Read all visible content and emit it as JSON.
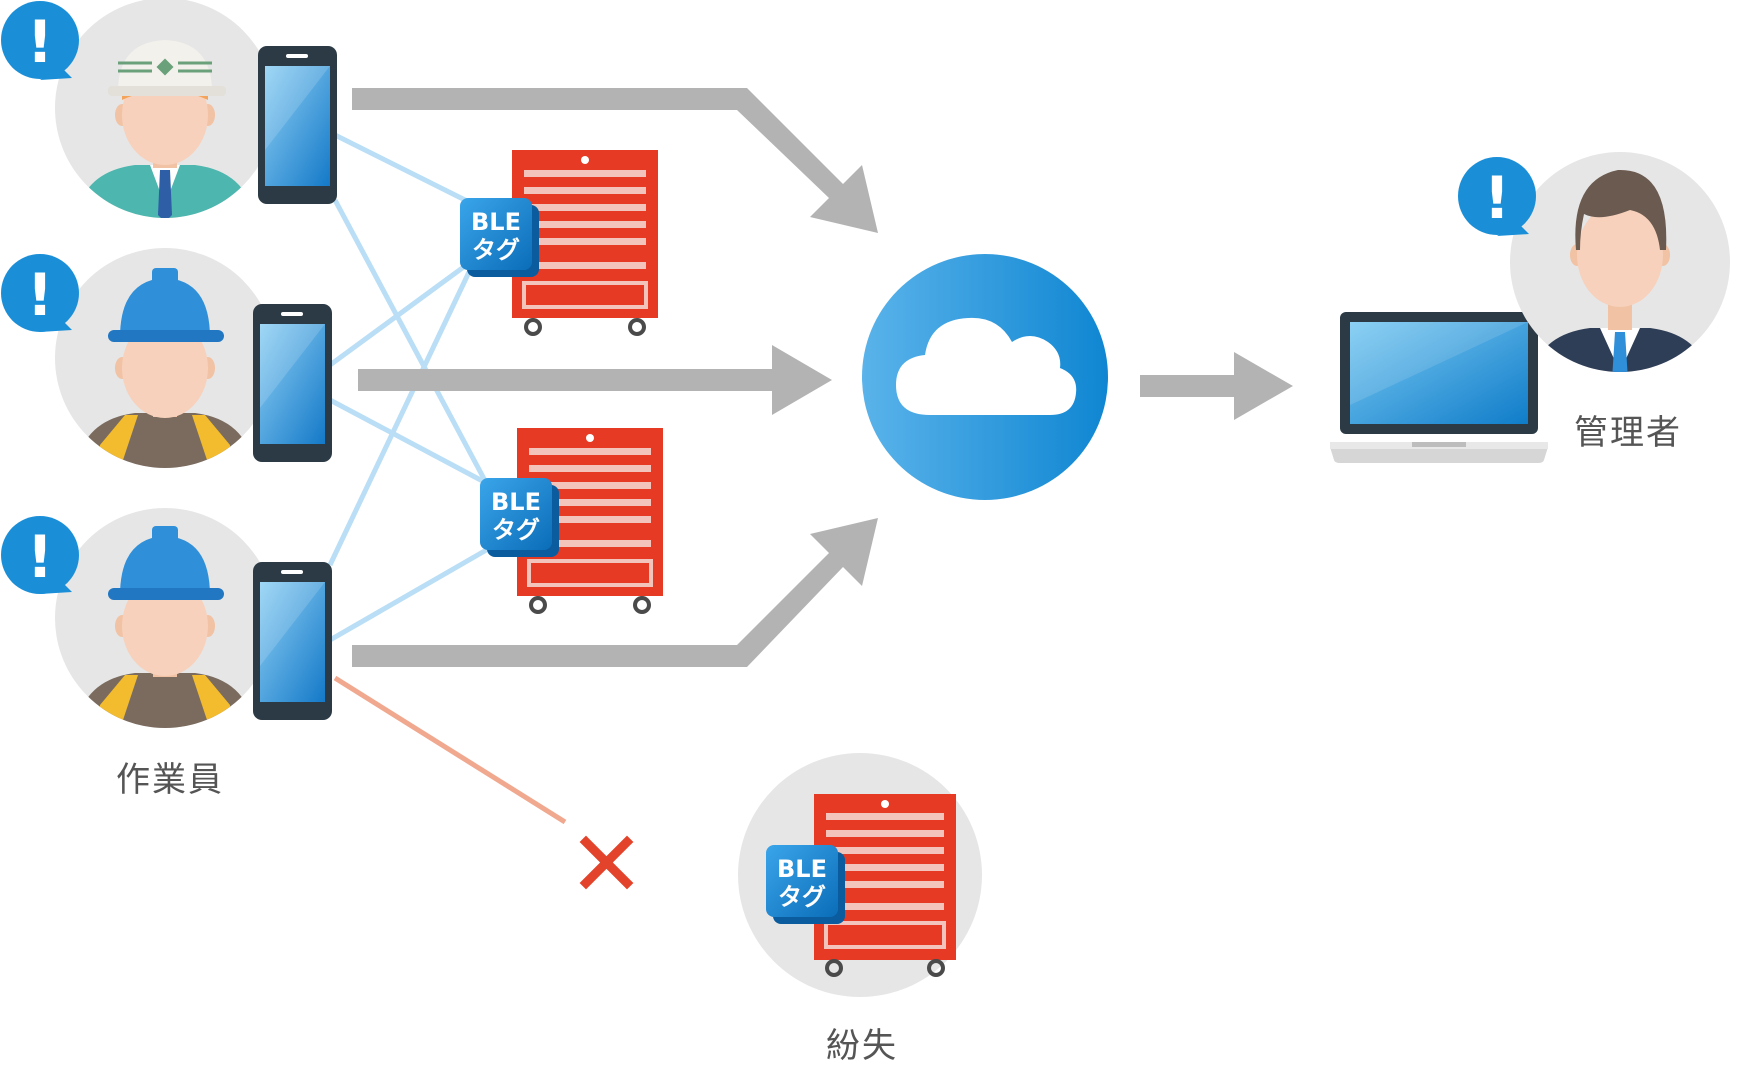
{
  "colors": {
    "accent_blue": "#1a8fd8",
    "arrow_gray": "#b3b3b3",
    "ble_link": "#b9def5",
    "lost_link": "#f0a88e",
    "toolbox_red": "#e63a24",
    "lost_mark": "#e2432a",
    "circle_bg": "#e6e6e6"
  },
  "labels": {
    "workers": "作業員",
    "manager": "管理者",
    "lost": "紛失"
  },
  "ble_tag": {
    "line1": "BLE",
    "line2": "タグ"
  },
  "alert_mark": "!",
  "icons": {
    "worker_1": "supervisor-helmet-icon",
    "worker_2": "hardhat-worker-icon",
    "worker_3": "hardhat-worker-icon",
    "smartphone": "smartphone-icon",
    "toolbox": "tool-cabinet-icon",
    "cloud": "cloud-icon",
    "laptop": "laptop-icon",
    "manager": "businessman-icon",
    "lost": "cross-icon"
  }
}
